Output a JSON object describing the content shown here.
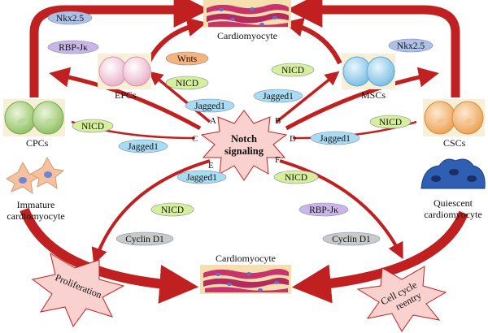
{
  "hub": {
    "line1": "Notch",
    "line2": "signaling"
  },
  "branch_letters": [
    "A",
    "B",
    "C",
    "D",
    "E",
    "F"
  ],
  "cells": {
    "cardiomyocyte_top": "Cardiomyocyte",
    "cardiomyocyte_bottom": "Cardiomyocyte",
    "cpcs": "CPCs",
    "epcs": "EPCs",
    "mscs": "MSCs",
    "cscs": "CSCs",
    "immature": [
      "Immature",
      "cardiomyocyte"
    ],
    "quiescent": [
      "Quiescent",
      "cardiomyocyte"
    ]
  },
  "outcomes": {
    "proliferation": "Proliferation",
    "cell_cycle": [
      "Cell cycle",
      "reentry"
    ]
  },
  "molecules": [
    {
      "text": "Nkx2.5",
      "color": "#aebfe8"
    },
    {
      "text": "RBP-Jκ",
      "color": "#c9b6e6"
    },
    {
      "text": "Wnts",
      "color": "#f6b37a"
    },
    {
      "text": "NICD",
      "color": "#d7ef9a"
    },
    {
      "text": "NICD",
      "color": "#d7ef9a"
    },
    {
      "text": "Jagged1",
      "color": "#a9dcf2"
    },
    {
      "text": "Jagged1",
      "color": "#a9dcf2"
    },
    {
      "text": "Nkx2.5",
      "color": "#aebfe8"
    },
    {
      "text": "NICD",
      "color": "#d7ef9a"
    },
    {
      "text": "Jagged1",
      "color": "#a9dcf2"
    },
    {
      "text": "NICD",
      "color": "#d7ef9a"
    },
    {
      "text": "Jagged1",
      "color": "#a9dcf2"
    },
    {
      "text": "Jagged1",
      "color": "#a9dcf2"
    },
    {
      "text": "NICD",
      "color": "#d7ef9a"
    },
    {
      "text": "NICD",
      "color": "#d7ef9a"
    },
    {
      "text": "RBP-Jκ",
      "color": "#c9b6e6"
    },
    {
      "text": "Cyclin D1",
      "color": "#c9c9c9"
    },
    {
      "text": "Cyclin D1",
      "color": "#c9c9c9"
    }
  ],
  "colors": {
    "arrow": "#c0201f",
    "starburst": "#f9d2cf",
    "cpcs": "#a8cf7f",
    "epcs": "#f3c6da",
    "mscs": "#8ecbe9",
    "cscs": "#f0b068",
    "tissue_bg": "#f6dfae",
    "myocyte": "#c9336b",
    "nucleus": "#5f74c9"
  }
}
